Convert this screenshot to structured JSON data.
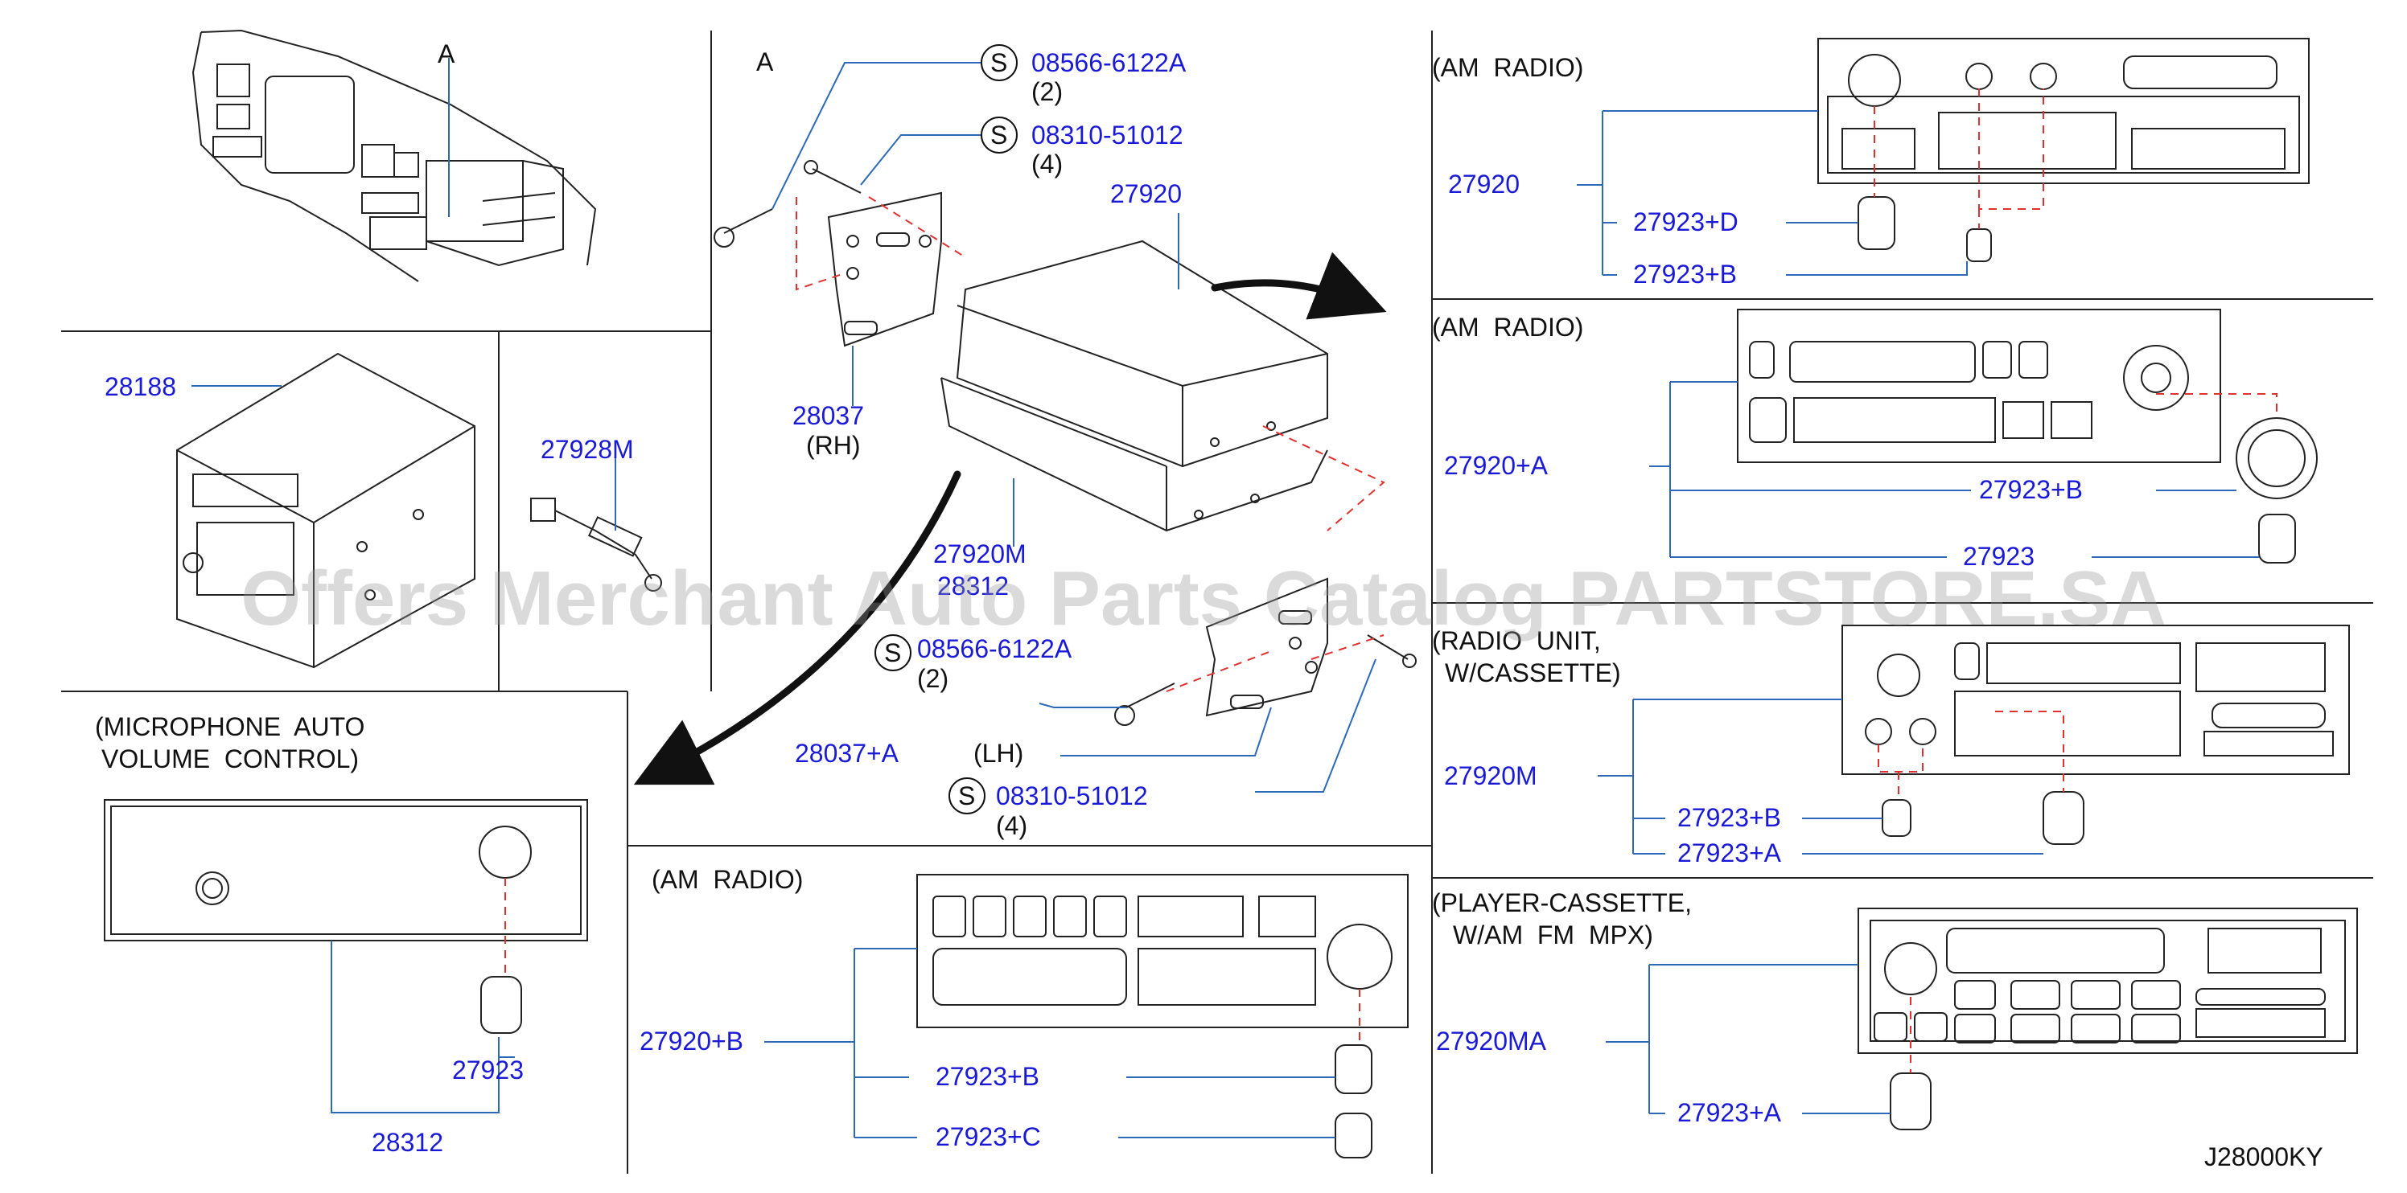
{
  "colors": {
    "part": "#1a1ad6",
    "line": "#2c6ab8",
    "ink": "#1a1a1a",
    "dash": "#e03030"
  },
  "view_label": "A",
  "top_view_label": "A",
  "bolt_s": "S",
  "bolt_top_1": {
    "code": "08566-6122A",
    "qty": "(2)"
  },
  "bolt_top_2": {
    "code": "08310-51012",
    "qty": "(4)"
  },
  "bolt_bot_1": {
    "code": "08566-6122A",
    "qty": "(2)"
  },
  "bolt_bot_2": {
    "code": "08310-51012",
    "qty": "(4)"
  },
  "parts": {
    "p27920": "27920",
    "p28037": "28037",
    "p28037_sub": "(RH)",
    "p27920M_center": "27920M",
    "p28312_center": "28312",
    "p28037A": "28037+A",
    "p28037A_sub": "(LH)",
    "p28188": "28188",
    "p27928M": "27928M",
    "mic_title1": "(MICROPHONE  AUTO",
    "mic_title2": "VOLUME  CONTROL)",
    "mic_knob": "27923",
    "mic_unit": "28312",
    "bc_title": "(AM  RADIO)",
    "bc_unit": "27920+B",
    "bc_knob1": "27923+B",
    "bc_knob2": "27923+C",
    "r1_title": "(AM  RADIO)",
    "r1_unit": "27920",
    "r1_knob1": "27923+D",
    "r1_knob2": "27923+B",
    "r2_title": "(AM  RADIO)",
    "r2_unit": "27920+A",
    "r2_knob1": "27923+B",
    "r2_knob2": "27923",
    "r3_title1": "(RADIO  UNIT,",
    "r3_title2": "W/CASSETTE)",
    "r3_unit": "27920M",
    "r3_knob1": "27923+B",
    "r3_knob2": "27923+A",
    "r4_title1": "(PLAYER-CASSETTE,",
    "r4_title2": "W/AM  FM  MPX)",
    "r4_unit": "27920MA",
    "r4_knob1": "27923+A"
  },
  "diagram_code": "J28000KY",
  "watermark": "Offers Merchant Auto Parts Catalog PARTSTORE.SA"
}
